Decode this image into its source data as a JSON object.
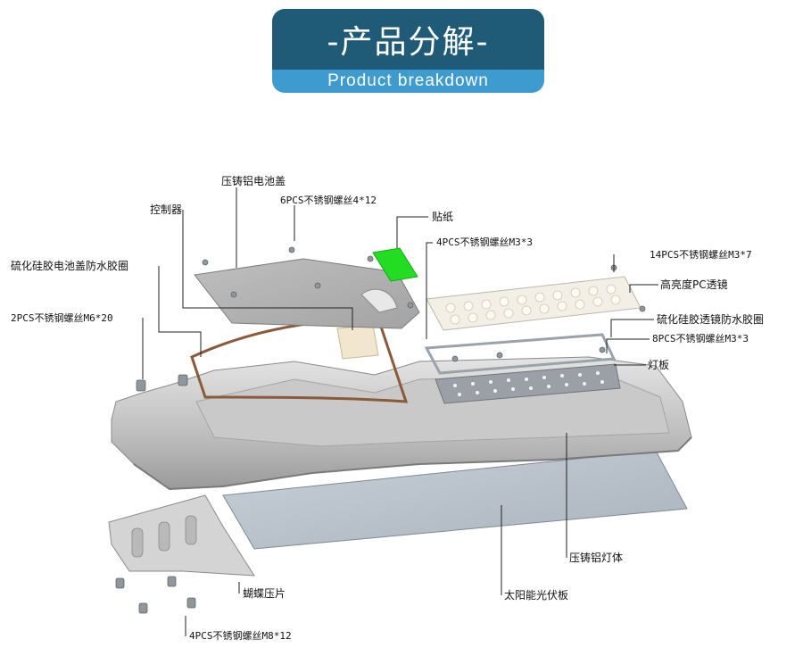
{
  "header": {
    "title_cn": "-产品分解-",
    "title_en": "Product breakdown"
  },
  "colors": {
    "banner_top": "#1f5a76",
    "banner_bottom": "#3d9bd0",
    "sticker_green": "#22dd22",
    "gasket_brown": "#8a5a3a"
  },
  "labels": {
    "battery_cover": "压铸铝电池盖",
    "screws_4x12": "6PCS不锈钢螺丝4*12",
    "controller": "控制器",
    "sticker": "贴纸",
    "screws_m3x3_4": "4PCS不锈钢螺丝M3*3",
    "battery_gasket": "硫化硅胶电池盖防水胶圈",
    "screws_m3x7": "14PCS不锈钢螺丝M3*7",
    "pc_lens": "高亮度PC透镜",
    "screws_m6x20": "2PCS不锈钢螺丝M6*20",
    "lens_gasket": "硫化硅胶透镜防水胶圈",
    "screws_m3x3_8": "8PCS不锈钢螺丝M3*3",
    "led_board": "灯板",
    "lamp_body": "压铸铝灯体",
    "butterfly_clamp": "蝴蝶压片",
    "solar_panel": "太阳能光伏板",
    "screws_m8x12": "4PCS不锈钢螺丝M8*12"
  }
}
